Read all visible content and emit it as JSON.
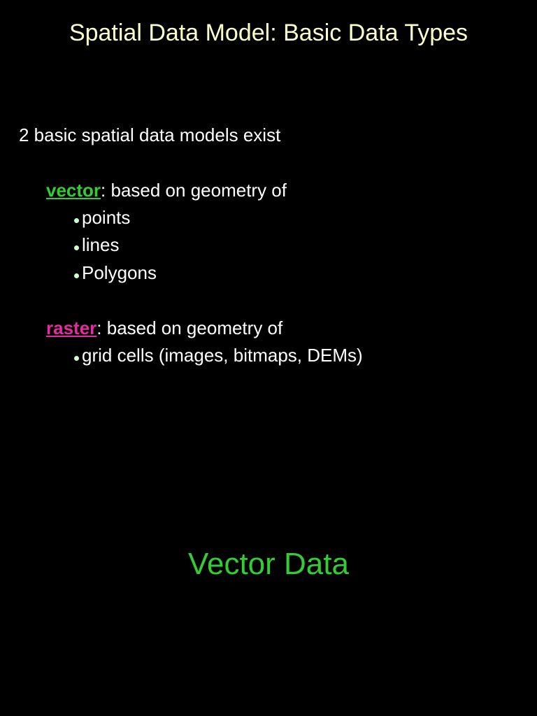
{
  "slide": {
    "title": "Spatial Data Model: Basic Data Types",
    "intro": "2 basic spatial data models exist",
    "vector": {
      "term": "vector",
      "rest": ": based on geometry of",
      "items": [
        "points",
        "lines",
        "Polygons"
      ],
      "color": "#33cc33"
    },
    "raster": {
      "term": "raster",
      "rest": ": based on geometry of",
      "items": [
        "grid cells (images, bitmaps, DEMs)"
      ],
      "color": "#e32ca0"
    },
    "footer_title": "Vector Data"
  },
  "colors": {
    "background": "#000000",
    "title": "#ffffcc",
    "body_text": "#ffffff",
    "bullet": "#ccffcc"
  }
}
